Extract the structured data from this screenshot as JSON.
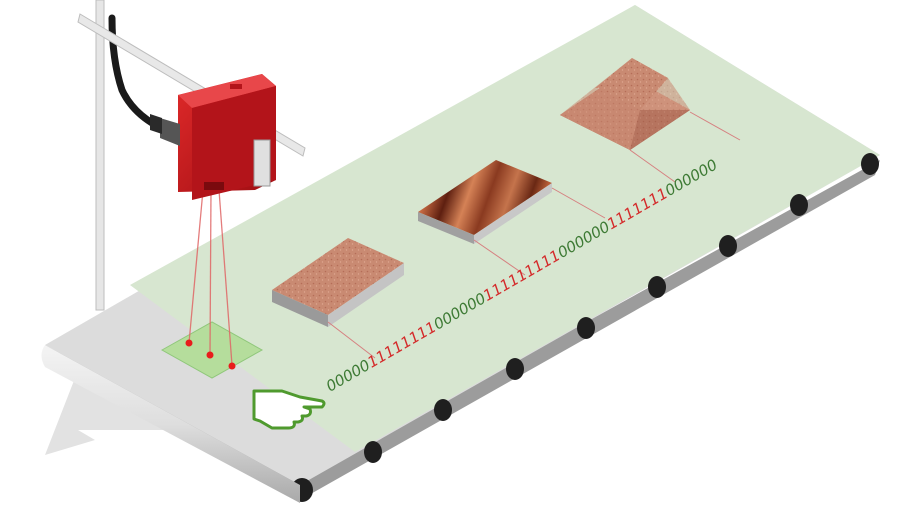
{
  "binary_code": {
    "segments": [
      {
        "text": "00000",
        "state": "off"
      },
      {
        "text": "11111111",
        "state": "on"
      },
      {
        "text": "000000",
        "state": "off"
      },
      {
        "text": "111111111",
        "state": "on"
      },
      {
        "text": "000000",
        "state": "off"
      },
      {
        "text": "1111111",
        "state": "on"
      },
      {
        "text": "000000",
        "state": "off"
      }
    ]
  },
  "colors": {
    "zero_digit": "#3d7a34",
    "one_digit": "#d42a2a",
    "belt_top": "#d9e6d4",
    "belt_edge": "#cfcfcf",
    "sensor_body": "#c8141a",
    "laser": "#e05a5a",
    "detection_zone": "#a8d890",
    "hand_icon": "#4f9a2e",
    "object_material": "#c9826a"
  },
  "icons": {
    "sensor": "laser-sensor-icon",
    "hand": "pointing-hand-icon",
    "direction": "direction-arrow-icon"
  }
}
